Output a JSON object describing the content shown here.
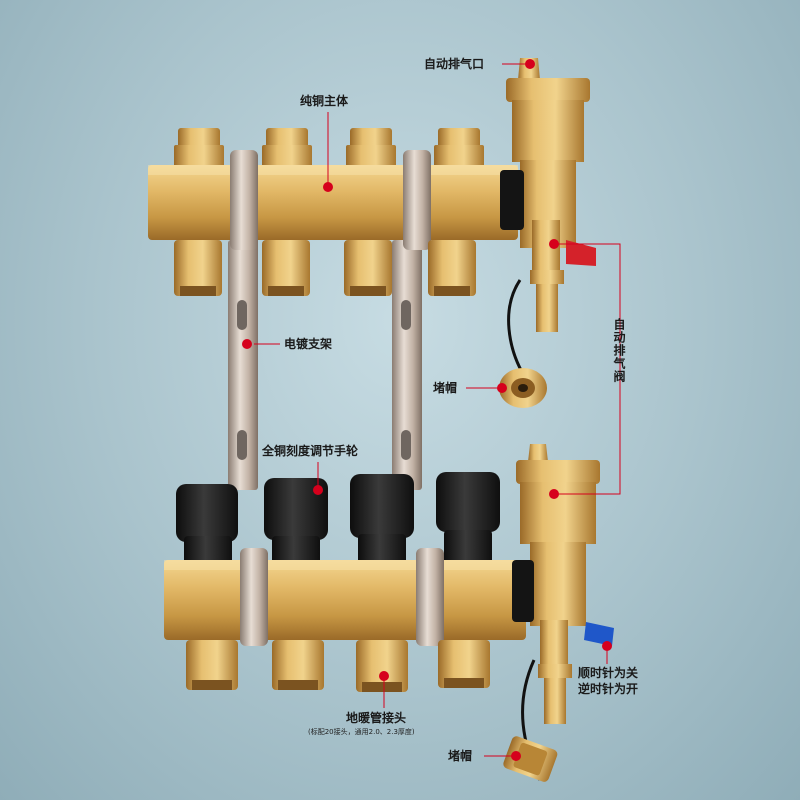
{
  "labels": {
    "auto_vent_port": "自动排气口",
    "copper_body": "纯铜主体",
    "plated_bracket": "电镀支架",
    "cap_top": "堵帽",
    "copper_handwheel": "全铜刻度调节手轮",
    "floor_heat_connector": "地暖管接头",
    "connector_note": "(标配20接头，通用2.0、2.3厚度)",
    "cap_bottom": "堵帽",
    "auto_vent_valve": "自动排气阀",
    "clockwise_close": "顺时针为关",
    "counter_clockwise_open": "逆时针为开"
  },
  "colors": {
    "brass": "#d9ae5a",
    "brass_dark": "#a9782f",
    "knob": "#1c1c1c",
    "marker_red": "#d6001c",
    "valve_red": "#d4222a",
    "valve_blue": "#1f57c9",
    "bracket": "#b9a79a"
  }
}
